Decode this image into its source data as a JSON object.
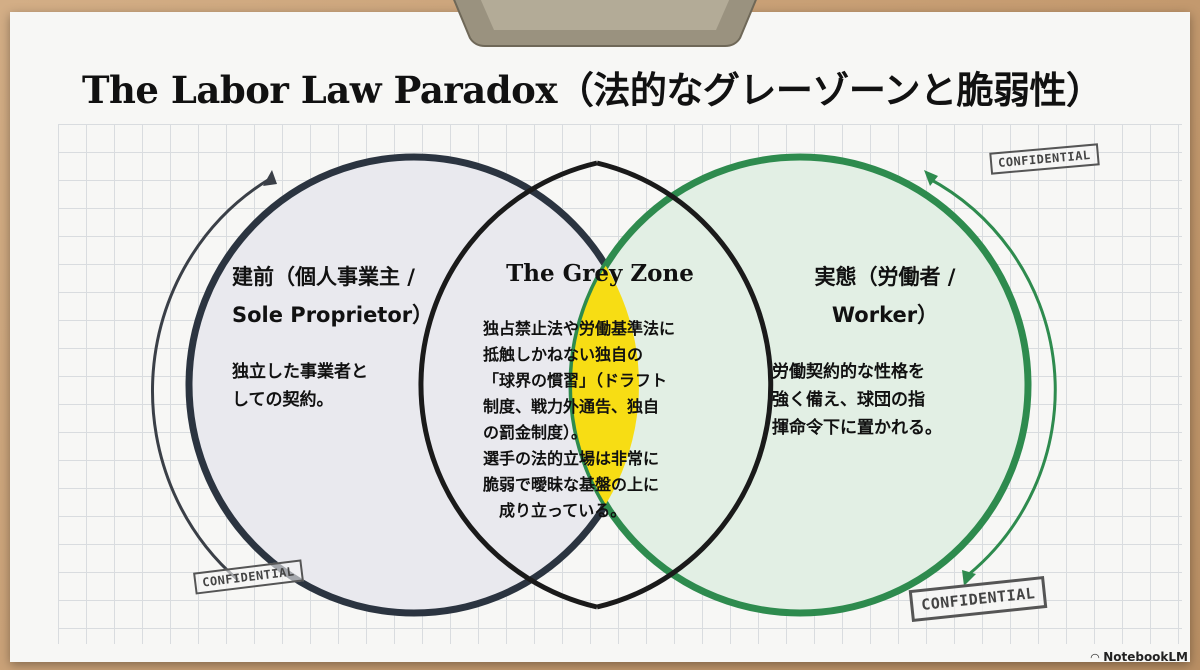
{
  "title": "The Labor Law Paradox（法的なグレーゾーンと脆弱性）",
  "left_circle": {
    "heading_lines": [
      "建前（個人事業主 /",
      "Sole Proprietor）"
    ],
    "body_lines": [
      "独立した事業者と",
      "しての契約。"
    ]
  },
  "right_circle": {
    "heading_lines": [
      "実態（労働者 /",
      "Worker）"
    ],
    "body_lines": [
      "労働契約的な性格を",
      "強く備え、球団の指",
      "揮命令下に置かれる。"
    ]
  },
  "grey_zone": {
    "heading": "The Grey Zone",
    "body_lines": [
      "独占禁止法や労働基準法に",
      "抵触しかねない独自の",
      "「球界の慣習」（ドラフト",
      "制度、戦力外通告、独自",
      "の罰金制度）。",
      "選手の法的立場は非常に",
      "脆弱で曖昧な基盤の上に",
      "　成り立っている。"
    ]
  },
  "stamps": [
    "CONFIDENTIAL",
    "CONFIDENTIAL",
    "CONFIDENTIAL"
  ],
  "logo": "NotebookLM",
  "colors": {
    "left_ring": "#2b3440",
    "left_fill": "#e9e9ee",
    "right_ring": "#2e8b4e",
    "right_fill": "#e2efe4",
    "overlap_fill": "#f7dd14"
  }
}
